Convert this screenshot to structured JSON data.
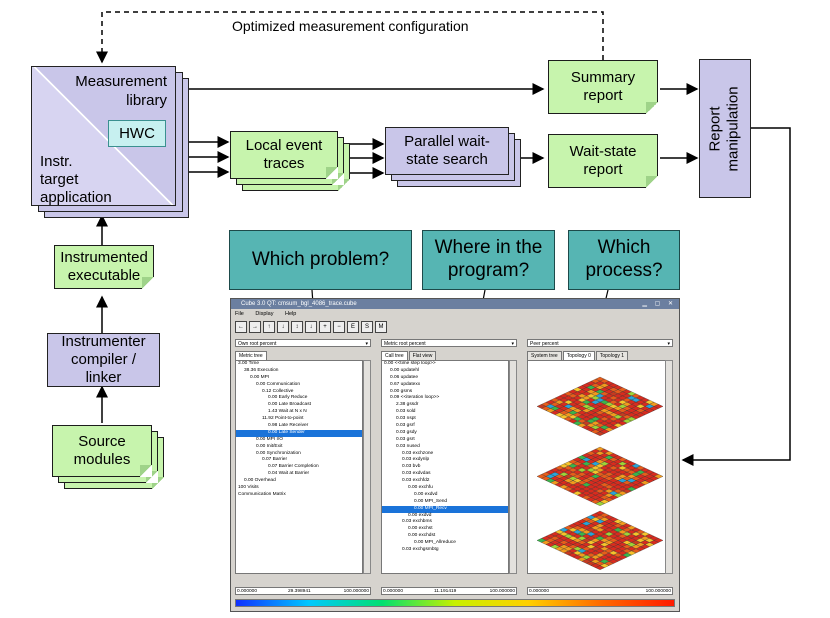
{
  "top_label": "Optimized measurement configuration",
  "app_box": {
    "line1": "Measurement",
    "line2": "library",
    "inner": "HWC",
    "line3": "Instr.",
    "line4": "target",
    "line5": "application"
  },
  "local_traces": "Local event traces",
  "parallel_search": "Parallel wait-state search",
  "summary_report": "Summary report",
  "waitstate_report": "Wait-state report",
  "report_manipulation": "Report manipulation",
  "instrumented_executable": "Instrumented executable",
  "instrumenter": "Instrumenter compiler / linker",
  "source_modules": "Source modules",
  "questions": {
    "q1": "Which problem?",
    "q2": "Where in the program?",
    "q3": "Which process?"
  },
  "cube": {
    "title": "Cube 3.0 QT: cmsum_bgl_4086_trace.cube",
    "menu": [
      "File",
      "Display",
      "Help"
    ],
    "pane1": {
      "dropdown": "Own root percent",
      "tabs": [
        "Metric tree"
      ],
      "rows": [
        "3.00 Time",
        "38.36 Execution",
        "0.00 MPI",
        "0.00 Communication",
        "0.12 Collective",
        "0.00 Early Reduce",
        "0.00 Late Broadcast",
        "1.43 Wait at N x N",
        "11.92 Point-to-point",
        "0.98 Late Receiver",
        "0.00 Late Sender",
        "0.00 MPI I/O",
        "0.00 Init/Exit",
        "0.00 Synchronization",
        "0.07 Barrier",
        "0.07 Barrier Completion",
        "0.04 Wait at Barrier",
        "0.00 Overhead",
        "100 Visits",
        "Communication Matrix"
      ],
      "selected_row": 10,
      "scale": [
        "0.000000",
        "29.398941",
        "100.000000"
      ]
    },
    "pane2": {
      "dropdown": "Metric root percent",
      "tabs": [
        "Call tree",
        "Flat view"
      ],
      "rows": [
        "0.00 <<time step loop>>",
        "0.00 updatehl",
        "0.06 updatee",
        "0.67 updatexx",
        "0.00 gsms",
        "0.09 <<iteration loop>>",
        "2.38 gssdr",
        "0.03 sold",
        "0.03 nspt",
        "0.03 gsrf",
        "0.03 gsdy",
        "0.03 gsrt",
        "0.03 nused",
        "0.03 exchzone",
        "0.03 exdynlp",
        "0.03 bvb",
        "0.03 exdvdas",
        "0.03 exchfd2",
        "0.00 exchfu",
        "0.00 exdvd",
        "0.00 MPI_Send",
        "0.00 MPI_Recv",
        "0.00 exdvd",
        "0.03 exchbms",
        "0.00 exchst",
        "0.00 exchdst",
        "0.00 MPI_Allreduce",
        "0.03 exchgsmbtg"
      ],
      "selected_row": 21,
      "scale": [
        "0.000000",
        "11.191419",
        "100.000000"
      ]
    },
    "pane3": {
      "dropdown": "Peer percent",
      "tabs": [
        "System tree",
        "Topology 0",
        "Topology 1"
      ],
      "scale": [
        "0.000000",
        "100.000000"
      ]
    }
  }
}
